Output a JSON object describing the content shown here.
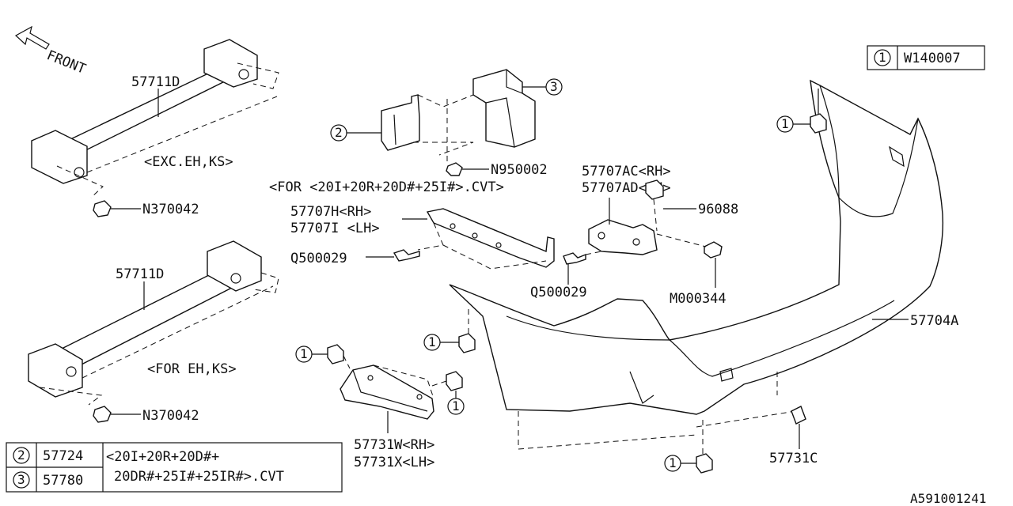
{
  "diagram": {
    "direction": "FRONT",
    "drawing_id": "A591001241",
    "callout_table_top": {
      "symbol": "1",
      "part": "W140007"
    },
    "callout_table_bottom": [
      {
        "symbol": "2",
        "part": "57724",
        "note_line1": "<20I+20R+20D#+",
        "note_line2": "20DR#+25I#+25IR#>.CVT"
      },
      {
        "symbol": "3",
        "part": "57780"
      }
    ],
    "labels": {
      "p57711d_top": "57711D",
      "exc_eh_ks": "<EXC.EH,KS>",
      "n370042_top": "N370042",
      "p57711d_bottom": "57711D",
      "for_eh_ks": "<FOR EH,KS>",
      "n370042_bottom": "N370042",
      "for_cvt": "<FOR <20I+20R+20D#+25I#>.CVT>",
      "n950002": "N950002",
      "p57707h": "57707H<RH>",
      "p57707i": "57707I <LH>",
      "q500029_left": "Q500029",
      "q500029_mid": "Q500029",
      "p57707ac": "57707AC<RH>",
      "p57707ad": "57707AD<LH>",
      "p96088": "96088",
      "m000344": "M000344",
      "p57704a": "57704A",
      "p57731w": "57731W<RH>",
      "p57731x": "57731X<LH>",
      "p57731c": "57731C"
    },
    "callouts": {
      "c_top_right": "1",
      "c_mid_left": "1",
      "c_lower_left": "1",
      "c_lower_bracket": "1",
      "c_bottom": "1",
      "c_two": "2",
      "c_three": "3"
    }
  }
}
